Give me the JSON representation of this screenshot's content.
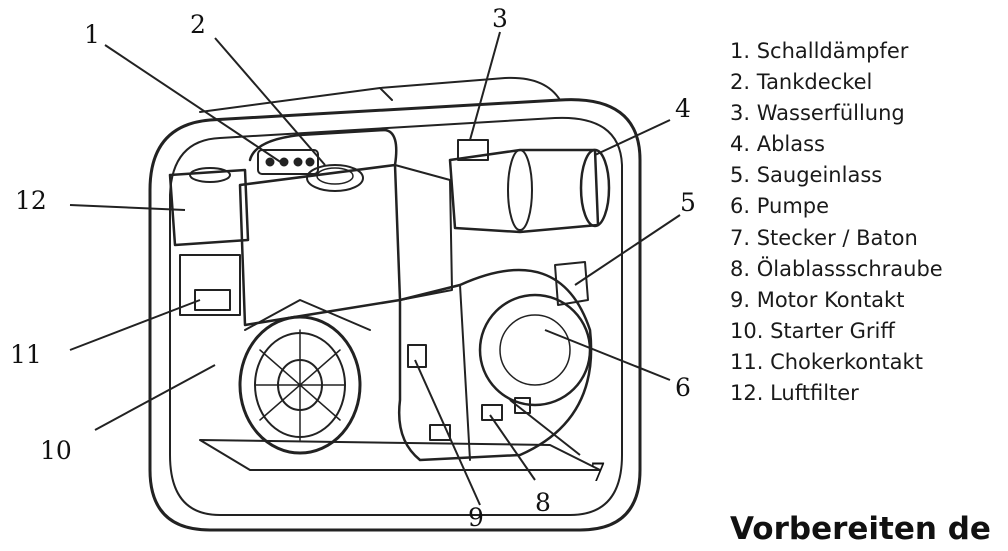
{
  "callouts": [
    "1",
    "2",
    "3",
    "4",
    "5",
    "6",
    "7",
    "8",
    "9",
    "10",
    "11",
    "12"
  ],
  "legend": [
    "1. Schalldämpfer",
    "2. Tankdeckel",
    "3. Wasserfüllung",
    "4. Ablass",
    "5. Saugeinlass",
    "6. Pumpe",
    "7. Stecker / Baton",
    "8. Ölablassschraube",
    "9. Motor Kontakt",
    "10. Starter Griff",
    "11. Chokerkontakt",
    "12. Luftfilter"
  ],
  "heading": "Vorbereiten de"
}
